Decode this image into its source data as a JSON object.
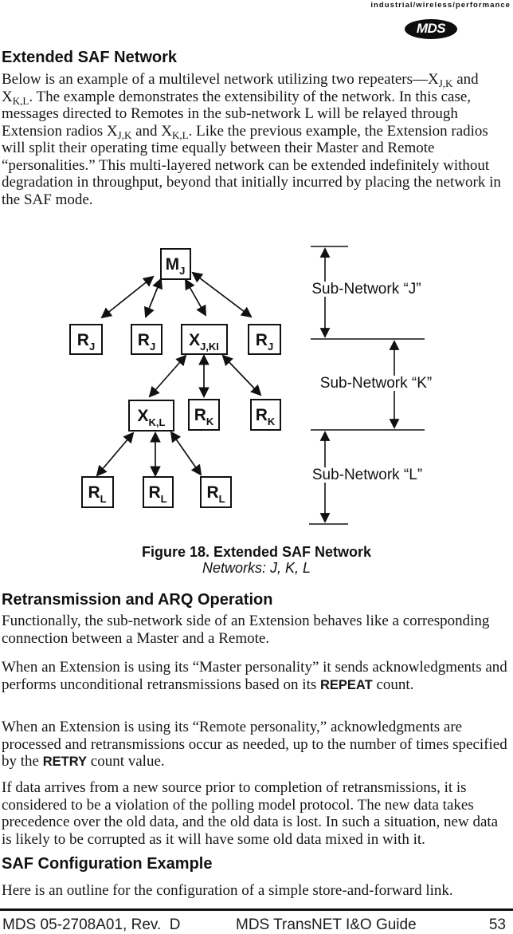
{
  "header": {
    "tagline": "industrial/wireless/performance",
    "logo_text": "MDS"
  },
  "content": {
    "h1": "Extended SAF Network",
    "p1": [
      "Below is an example of a multilevel network utilizing two repeaters—X",
      "J,K",
      " and X",
      "K,L",
      ". The example demonstrates the extensibility of the network. In this case, messages directed to Remotes in the sub-network L will be relayed through Extension radios X",
      "J,K",
      " and X",
      "K,L",
      ". Like the previous example, the Extension radios will split their operating time equally between their Master and Remote “personalities.” This multi-layered network can be extended indefinitely without degradation in throughput, beyond that initially incurred by placing the network in the SAF mode."
    ],
    "h2": "Retransmission and ARQ Operation",
    "p2": "Functionally, the sub-network side of an Extension behaves like a corresponding connection between a Master and a Remote.",
    "p3": [
      "When an Extension is using its “Master personality” it sends acknowledgments and performs unconditional retransmissions based on its ",
      "REPEAT",
      " count."
    ],
    "p4": [
      "When an Extension is using its “Remote personality,” acknowledgments are processed and retransmissions occur as needed, up to the number of times specified by the ",
      "RETRY",
      " count value."
    ],
    "p5": "If data arrives from a new source prior to completion of retransmissions, it is considered to be a violation of the polling model protocol. The new data takes precedence over the old data, and the old data is lost. In such a situation, new data is likely to be corrupted as it will have some old data mixed in with it.",
    "h3": "SAF Configuration Example",
    "p6": "Here is an outline for the configuration of a simple store-and-forward link."
  },
  "figure": {
    "caption": "Figure 18. Extended SAF Network",
    "subcaption": "Networks: J, K, L",
    "nodes": {
      "master_j": {
        "main": "M",
        "sub": "J"
      },
      "remote_j": {
        "main": "R",
        "sub": "J"
      },
      "ext_jk": {
        "main": "X",
        "sub": "J,KI"
      },
      "ext_kl": {
        "main": "X",
        "sub": "K,L"
      },
      "remote_k": {
        "main": "R",
        "sub": "K"
      },
      "remote_l": {
        "main": "R",
        "sub": "L"
      }
    },
    "subnets": {
      "j": "Sub-Network “J”",
      "k": "Sub-Network “K”",
      "l": "Sub-Network “L”"
    }
  },
  "footer": {
    "left": "MDS 05-2708A01, Rev.  D",
    "center": "MDS TransNET I&O Guide",
    "page": "53"
  },
  "colors": {
    "ink": "#111111",
    "paper": "#ffffff"
  }
}
